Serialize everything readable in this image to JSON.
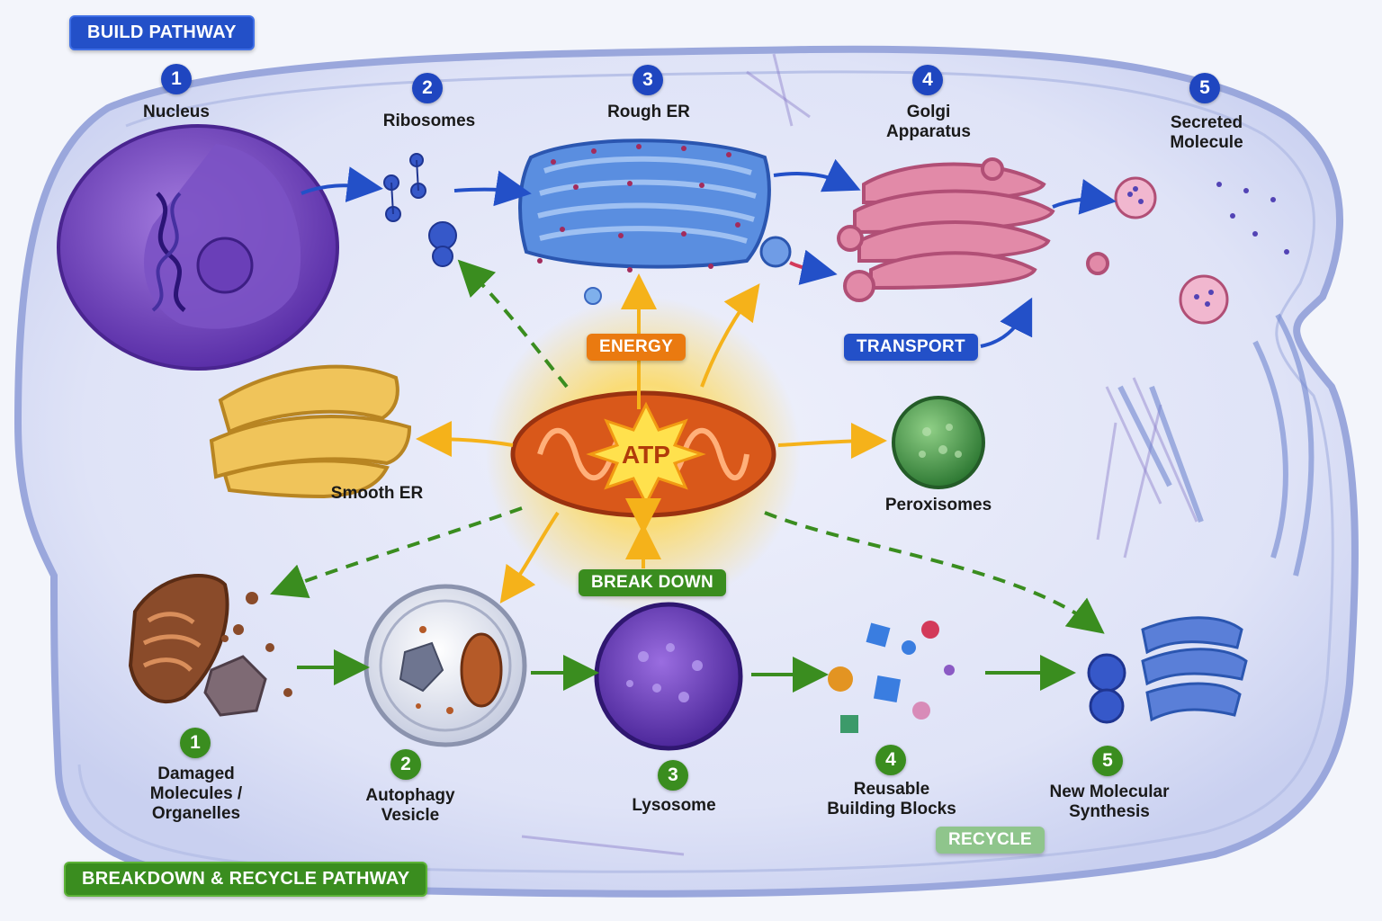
{
  "pathways": {
    "build": "BUILD PATHWAY",
    "breakdown": "BREAKDOWN & RECYCLE PATHWAY"
  },
  "flow_labels": {
    "energy": "ENERGY",
    "transport": "TRANSPORT",
    "break_down": "BREAK DOWN",
    "recycle": "RECYCLE",
    "atp": "ATP"
  },
  "build_steps": [
    {
      "number": "1",
      "lines": [
        "Nucleus"
      ]
    },
    {
      "number": "2",
      "lines": [
        "Ribosomes"
      ]
    },
    {
      "number": "3",
      "lines": [
        "Rough ER"
      ]
    },
    {
      "number": "4",
      "lines": [
        "Golgi",
        "Apparatus"
      ]
    },
    {
      "number": "5",
      "lines": [
        "Secreted",
        "Molecule"
      ]
    }
  ],
  "recycle_steps": [
    {
      "number": "1",
      "lines": [
        "Damaged",
        "Molecules /",
        "Organelles"
      ]
    },
    {
      "number": "2",
      "lines": [
        "Autophagy",
        "Vesicle"
      ]
    },
    {
      "number": "3",
      "lines": [
        "Lysosome"
      ]
    },
    {
      "number": "4",
      "lines": [
        "Reusable",
        "Building Blocks"
      ]
    },
    {
      "number": "5",
      "lines": [
        "New Molecular",
        "Synthesis"
      ]
    }
  ],
  "other_organelles": {
    "smooth_er": "Smooth ER",
    "peroxisomes": "Peroxisomes"
  },
  "colors": {
    "build": "#2350c8",
    "recycle": "#3a8d1f",
    "energy": "#ea7a10",
    "arrow_energy": "#f5b21a"
  }
}
